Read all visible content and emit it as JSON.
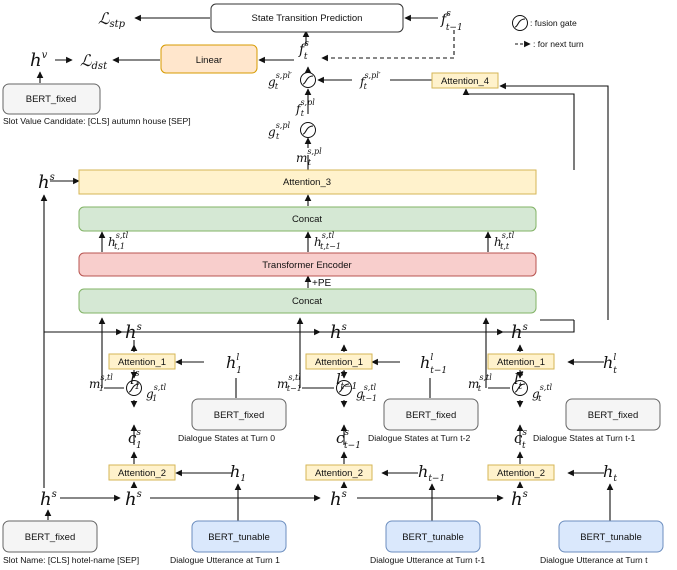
{
  "boxes": {
    "stp": "State Transition Prediction",
    "linear": "Linear",
    "attention_4": "Attention_4",
    "attention_3": "Attention_3",
    "concat_top": "Concat",
    "transformer": "Transformer Encoder",
    "concat_bottom": "Concat",
    "attention_1": "Attention_1",
    "attention_2": "Attention_2",
    "bert_fixed": "BERT_fixed",
    "bert_tunable": "BERT_tunable"
  },
  "legend": {
    "fusion_gate": ": fusion gate",
    "next_turn": ": for next turn"
  },
  "captions": {
    "slot_value_candidate": "Slot Value Candidate: [CLS] autumn house [SEP]",
    "slot_name": "Slot Name: [CLS] hotel-name [SEP]",
    "states_turn_0": "Dialogue States at Turn 0",
    "states_turn_t2": "Dialogue States at Turn t-2",
    "states_turn_t1": "Dialogue States at Turn t-1",
    "utt_turn_1": "Dialogue Utterance at Turn 1",
    "utt_turn_t1": "Dialogue Utterance at Turn t-1",
    "utt_turn_t": "Dialogue Utterance at Turn t"
  },
  "pe_label": "+PE",
  "colors": {
    "yellow_fill": "#fff2cc",
    "yellow_stroke": "#d6b656",
    "green_fill": "#d5e8d4",
    "green_stroke": "#82b366",
    "red_fill": "#f8cecc",
    "red_stroke": "#b85450",
    "orange_fill": "#ffe6cc",
    "orange_stroke": "#d79b00",
    "blue_fill": "#dae8fc",
    "blue_stroke": "#6c8ebf",
    "gray_fill": "#f5f5f5",
    "gray_stroke": "#666666"
  }
}
